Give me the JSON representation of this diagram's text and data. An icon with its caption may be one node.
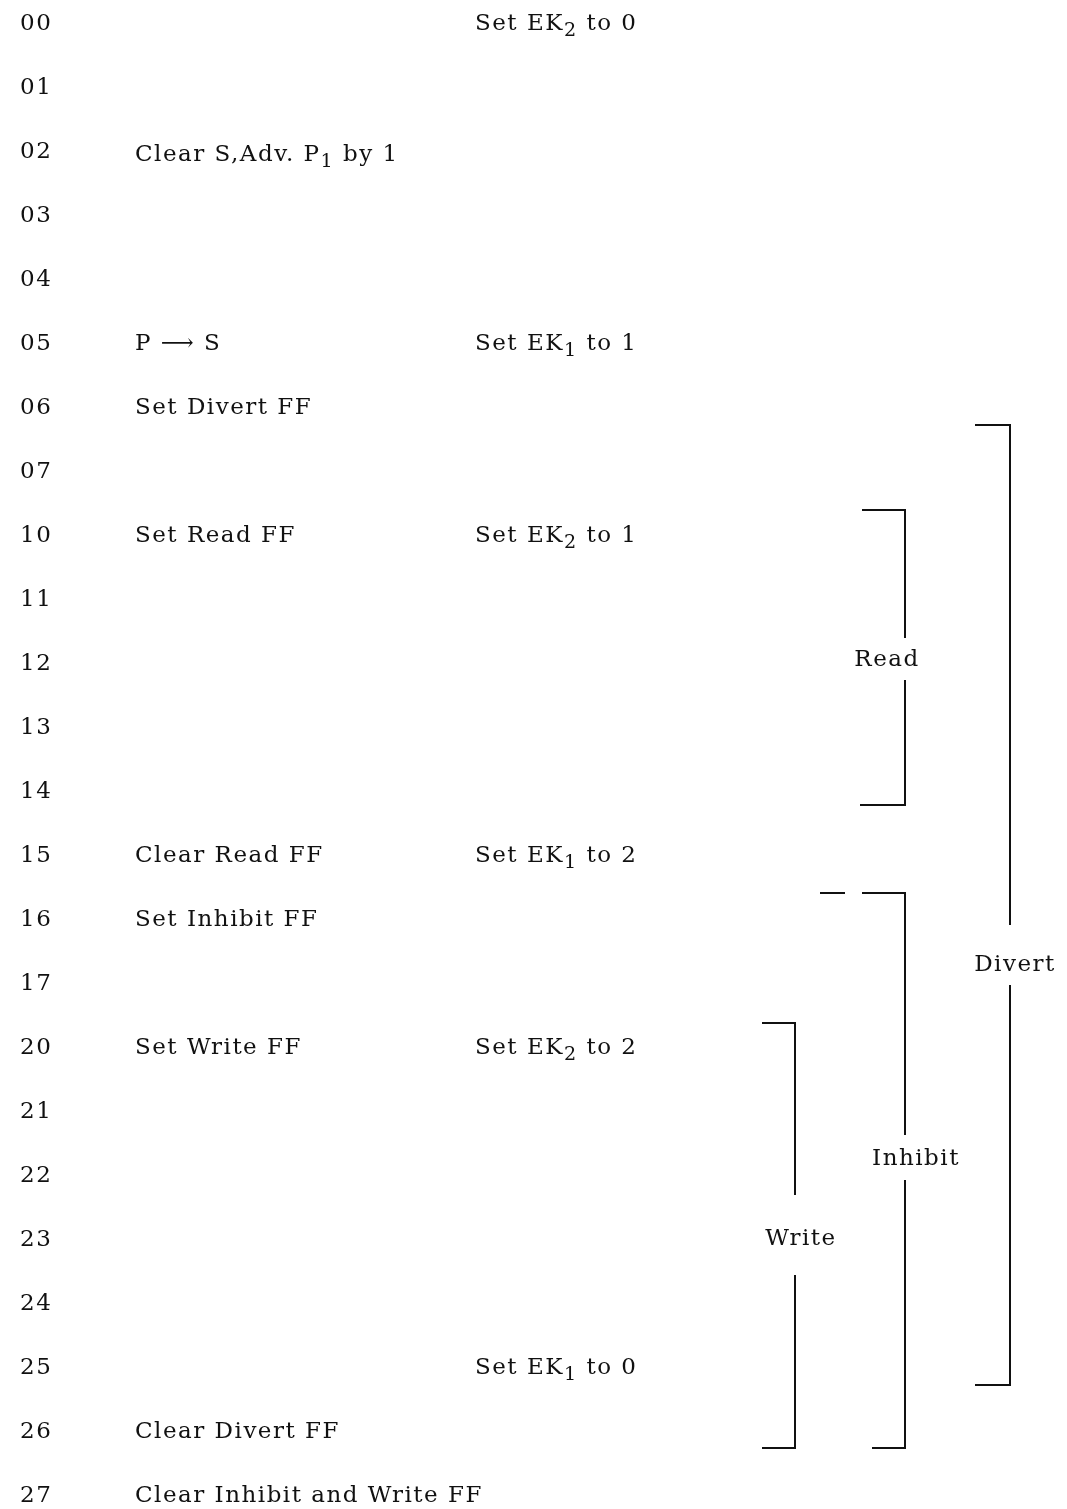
{
  "diagram": {
    "labels": [
      "00",
      "Set EK$_{2}$ to 0",
      "01",
      "02",
      "Clear S,Adv. P$_{1}$ by 1",
      "03",
      "04",
      "05",
      "P ⟶ S",
      "Set EK$_{1}$ to 1",
      "06",
      "Set Divert FF",
      "07",
      "10",
      "Set Read FF",
      "Set EK$_{2}$ to 1",
      "11",
      "12",
      "Read",
      "13",
      "14",
      "15",
      "Clear Read FF",
      "Set EK$_{1}$ to 2",
      "16",
      "Set Inhibit FF",
      "17",
      "Divert",
      "20",
      "Set Write FF",
      "Set EK$_{2}$ to 2",
      "21",
      "22",
      "Inhibit",
      "23",
      "Write",
      "24",
      "25",
      "Set EK$_{1}$ to 0",
      "26",
      "Clear Divert FF",
      "27",
      "Clear Inhibit and Write FF"
    ]
  }
}
